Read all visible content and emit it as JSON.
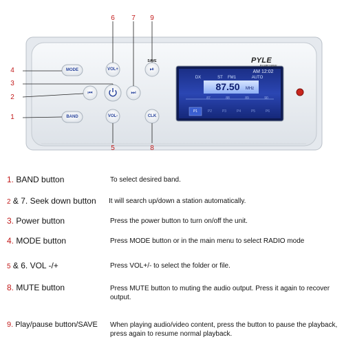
{
  "device": {
    "brand": "PYLE",
    "model": "PLMR16BW",
    "buttons": {
      "mode": "MODE",
      "band": "BAND",
      "vol_up": "VOL+",
      "vol_down": "VOL-",
      "clk": "CLK",
      "save": "SAVE"
    },
    "screen": {
      "time": "AM 12:02",
      "dx": "DX",
      "st": "ST",
      "fm": "FM1",
      "auto": "AUTO",
      "frequency": "87.50",
      "unit": "MHz",
      "scale": [
        "87",
        "88",
        "89",
        "90"
      ],
      "presets": [
        "P1",
        "P2",
        "P3",
        "P4",
        "P5",
        "P6"
      ]
    },
    "callouts": {
      "c1": "1",
      "c2": "2",
      "c3": "3",
      "c4": "4",
      "c5": "5",
      "c6": "6",
      "c7": "7",
      "c8": "8",
      "c9": "9"
    }
  },
  "legend": [
    {
      "num": "1.",
      "label": " BAND button",
      "desc": "To select desired band."
    },
    {
      "num": "2",
      "label": " & 7. Seek down button",
      "desc": "It will search up/down a station automatically."
    },
    {
      "num": "3.",
      "label": " Power button",
      "desc": "Press the power button to turn on/off the unit."
    },
    {
      "num": "4.",
      "label": " MODE button",
      "desc": "Press MODE button or in the main menu to select RADIO mode"
    },
    {
      "num": "5",
      "label": " & 6.  VOL -/+",
      "desc": "Press VOL+/- to select the folder or file."
    },
    {
      "num": "8.",
      "label": " MUTE button",
      "desc": "Press MUTE button to muting the audio output. Press it again to recover output."
    },
    {
      "num": "9.",
      "label": " Play/pause button/SAVE",
      "desc": "When playing audio/video content, press the button to pause the playback, press again to resume normal playback."
    }
  ]
}
